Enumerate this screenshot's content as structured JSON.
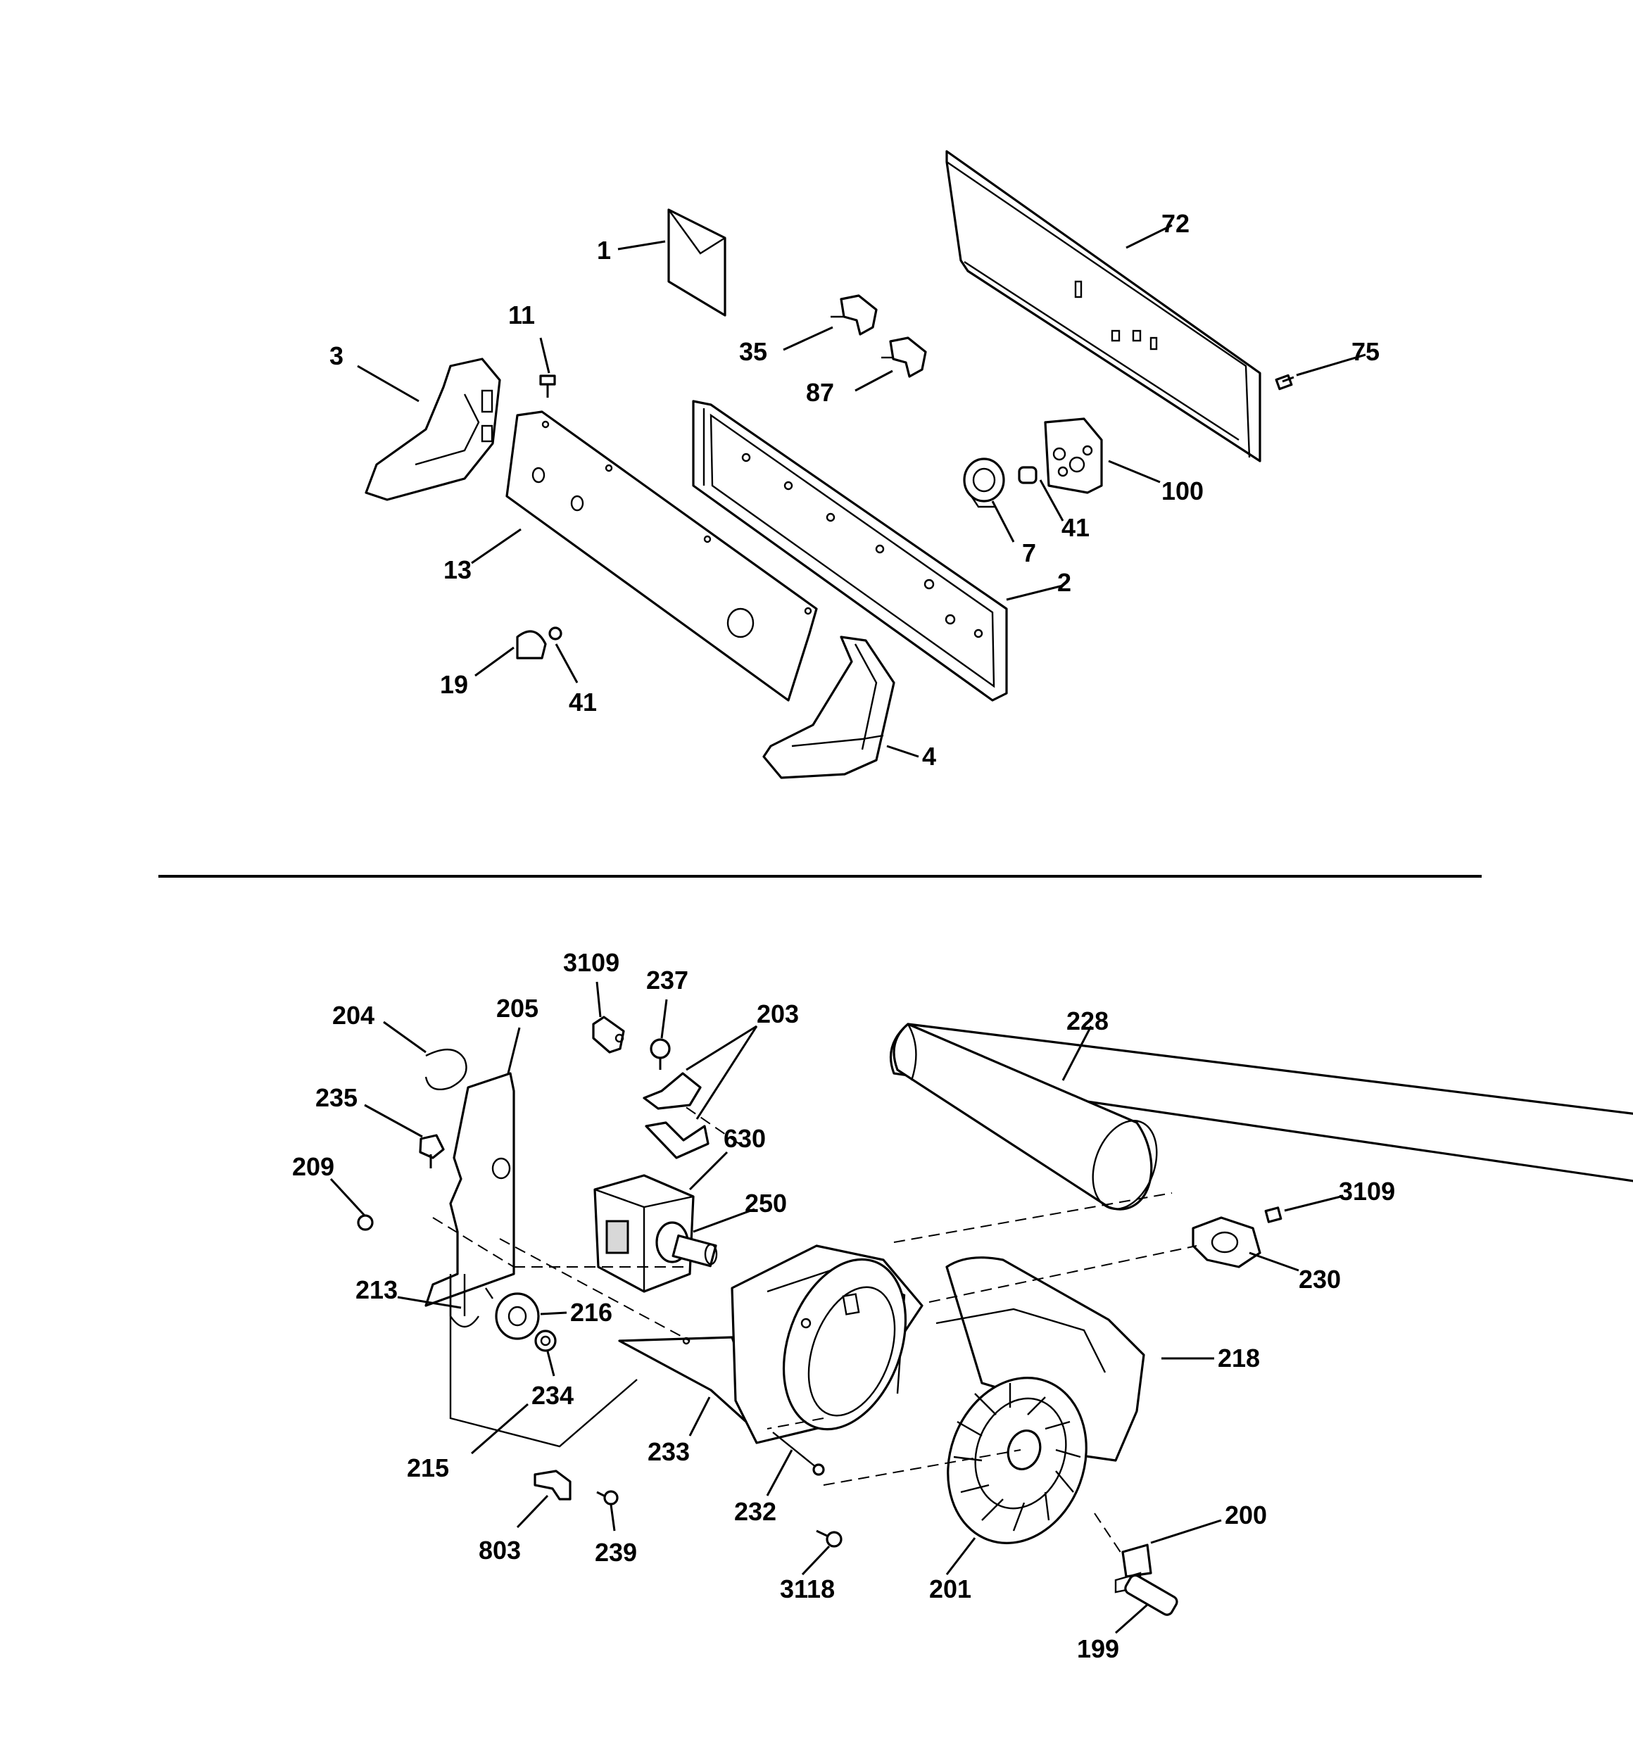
{
  "labels": {
    "p1": "1",
    "p2": "2",
    "p3": "3",
    "p4": "4",
    "p7": "7",
    "p11": "11",
    "p13": "13",
    "p19": "19",
    "p35": "35",
    "p41a": "41",
    "p41b": "41",
    "p72": "72",
    "p75": "75",
    "p87": "87",
    "p100": "100",
    "p199": "199",
    "p200": "200",
    "p201": "201",
    "p203": "203",
    "p204": "204",
    "p205": "205",
    "p209": "209",
    "p213": "213",
    "p215": "215",
    "p216": "216",
    "p218": "218",
    "p228": "228",
    "p230": "230",
    "p232": "232",
    "p233": "233",
    "p234": "234",
    "p235": "235",
    "p237": "237",
    "p239": "239",
    "p250": "250",
    "p630": "630",
    "p803": "803",
    "p3109a": "3109",
    "p3109b": "3109",
    "p3118": "3118"
  }
}
